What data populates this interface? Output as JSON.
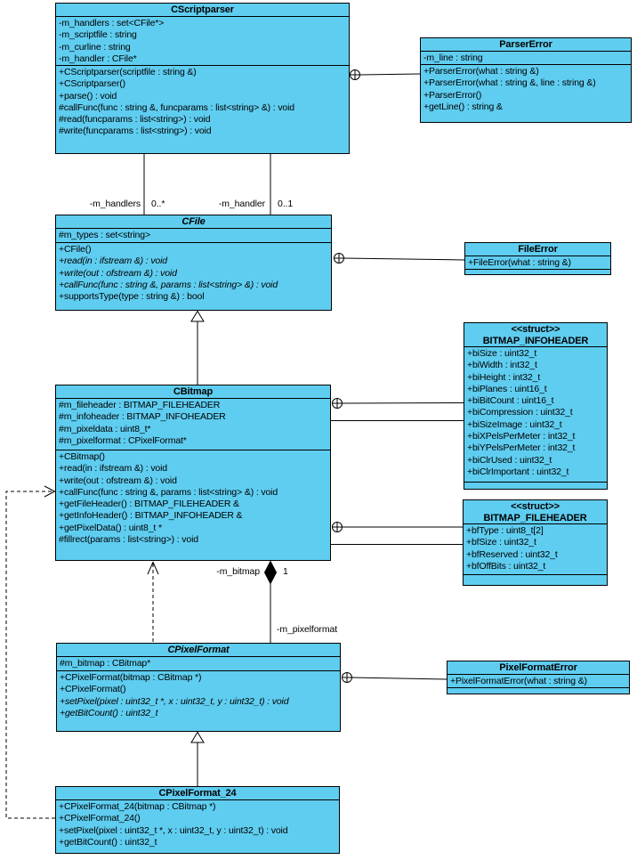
{
  "colors": {
    "box_fill": "#5FCDF0",
    "line": "#000000",
    "background": "#FFFFFF"
  },
  "classes": {
    "cscriptparser": {
      "name": "CScriptparser",
      "attributes": [
        "-m_handlers : set<CFile*>",
        "-m_scriptfile : string",
        "-m_curline : string",
        "-m_handler : CFile*"
      ],
      "methods": [
        "+CScriptparser(scriptfile : string &)",
        "+CScriptparser()",
        "+parse() : void",
        "#callFunc(func : string &, funcparams : list<string> &) : void",
        "#read(funcparams : list<string>) : void",
        "#write(funcparams : list<string>) : void"
      ]
    },
    "parsererror": {
      "name": "ParserError",
      "attributes": [
        "-m_line : string"
      ],
      "methods": [
        "+ParserError(what : string &)",
        "+ParserError(what : string &, line : string &)",
        "+ParserError()",
        "+getLine() : string &"
      ]
    },
    "cfile": {
      "name": "CFile",
      "attributes": [
        "#m_types : set<string>"
      ],
      "methods": [
        "+CFile()",
        {
          "text": "+read(in : ifstream &) : void",
          "italic": true
        },
        {
          "text": "+write(out : ofstream &) : void",
          "italic": true
        },
        {
          "text": "+callFunc(func : string &, params : list<string> &) : void",
          "italic": true
        },
        "+supportsType(type : string &) : bool"
      ]
    },
    "fileerror": {
      "name": "FileError",
      "methods": [
        "+FileError(what : string &)"
      ]
    },
    "cbitmap": {
      "name": "CBitmap",
      "attributes": [
        "#m_fileheader : BITMAP_FILEHEADER",
        "#m_infoheader : BITMAP_INFOHEADER",
        "#m_pixeldata : uint8_t*",
        "#m_pixelformat : CPixelFormat*"
      ],
      "methods": [
        "+CBitmap()",
        "+read(in : ifstream &) : void",
        "+write(out : ofstream &) : void",
        "+callFunc(func : string &, params : list<string> &) : void",
        "+getFileHeader() : BITMAP_FILEHEADER &",
        "+getInfoHeader() : BITMAP_INFOHEADER &",
        "+getPixelData() : uint8_t *",
        "#fillrect(params : list<string>) : void"
      ]
    },
    "bitmap_infoheader": {
      "stereotype": "<<struct>>",
      "name": "BITMAP_INFOHEADER",
      "attributes": [
        "+biSize : uint32_t",
        "+biWidth : int32_t",
        "+biHeight : int32_t",
        "+biPlanes : uint16_t",
        "+biBitCount : uint16_t",
        "+biCompression : uint32_t",
        "+biSizeImage : uint32_t",
        "+biXPelsPerMeter : int32_t",
        "+biYPelsPerMeter : int32_t",
        "+biClrUsed : uint32_t",
        "+biClrImportant : uint32_t"
      ]
    },
    "bitmap_fileheader": {
      "stereotype": "<<struct>>",
      "name": "BITMAP_FILEHEADER",
      "attributes": [
        "+bfType : uint8_t[2]",
        "+bfSize : uint32_t",
        "+bfReserved : uint32_t",
        "+bfOffBits : uint32_t"
      ]
    },
    "cpixelformat": {
      "name": "CPixelFormat",
      "attributes": [
        "#m_bitmap : CBitmap*"
      ],
      "methods": [
        "+CPixelFormat(bitmap : CBitmap *)",
        "+CPixelFormat()",
        {
          "text": "+setPixel(pixel : uint32_t *, x : uint32_t, y : uint32_t) : void",
          "italic": true
        },
        {
          "text": "+getBitCount() : uint32_t",
          "italic": true
        }
      ]
    },
    "pixelformaterror": {
      "name": "PixelFormatError",
      "methods": [
        "+PixelFormatError(what : string &)"
      ]
    },
    "cpixelformat24": {
      "name": "CPixelFormat_24",
      "methods": [
        "+CPixelFormat_24(bitmap : CBitmap *)",
        "+CPixelFormat_24()",
        "+setPixel(pixel : uint32_t *, x : uint32_t, y : uint32_t) : void",
        "+getBitCount() : uint32_t"
      ]
    }
  },
  "edge_labels": {
    "handlers_role": "-m_handlers",
    "handlers_mult": "0..*",
    "handler_role": "-m_handler",
    "handler_mult": "0..1",
    "bitmap_role": "-m_bitmap",
    "bitmap_mult": "1",
    "pixelformat_role": "-m_pixelformat"
  }
}
